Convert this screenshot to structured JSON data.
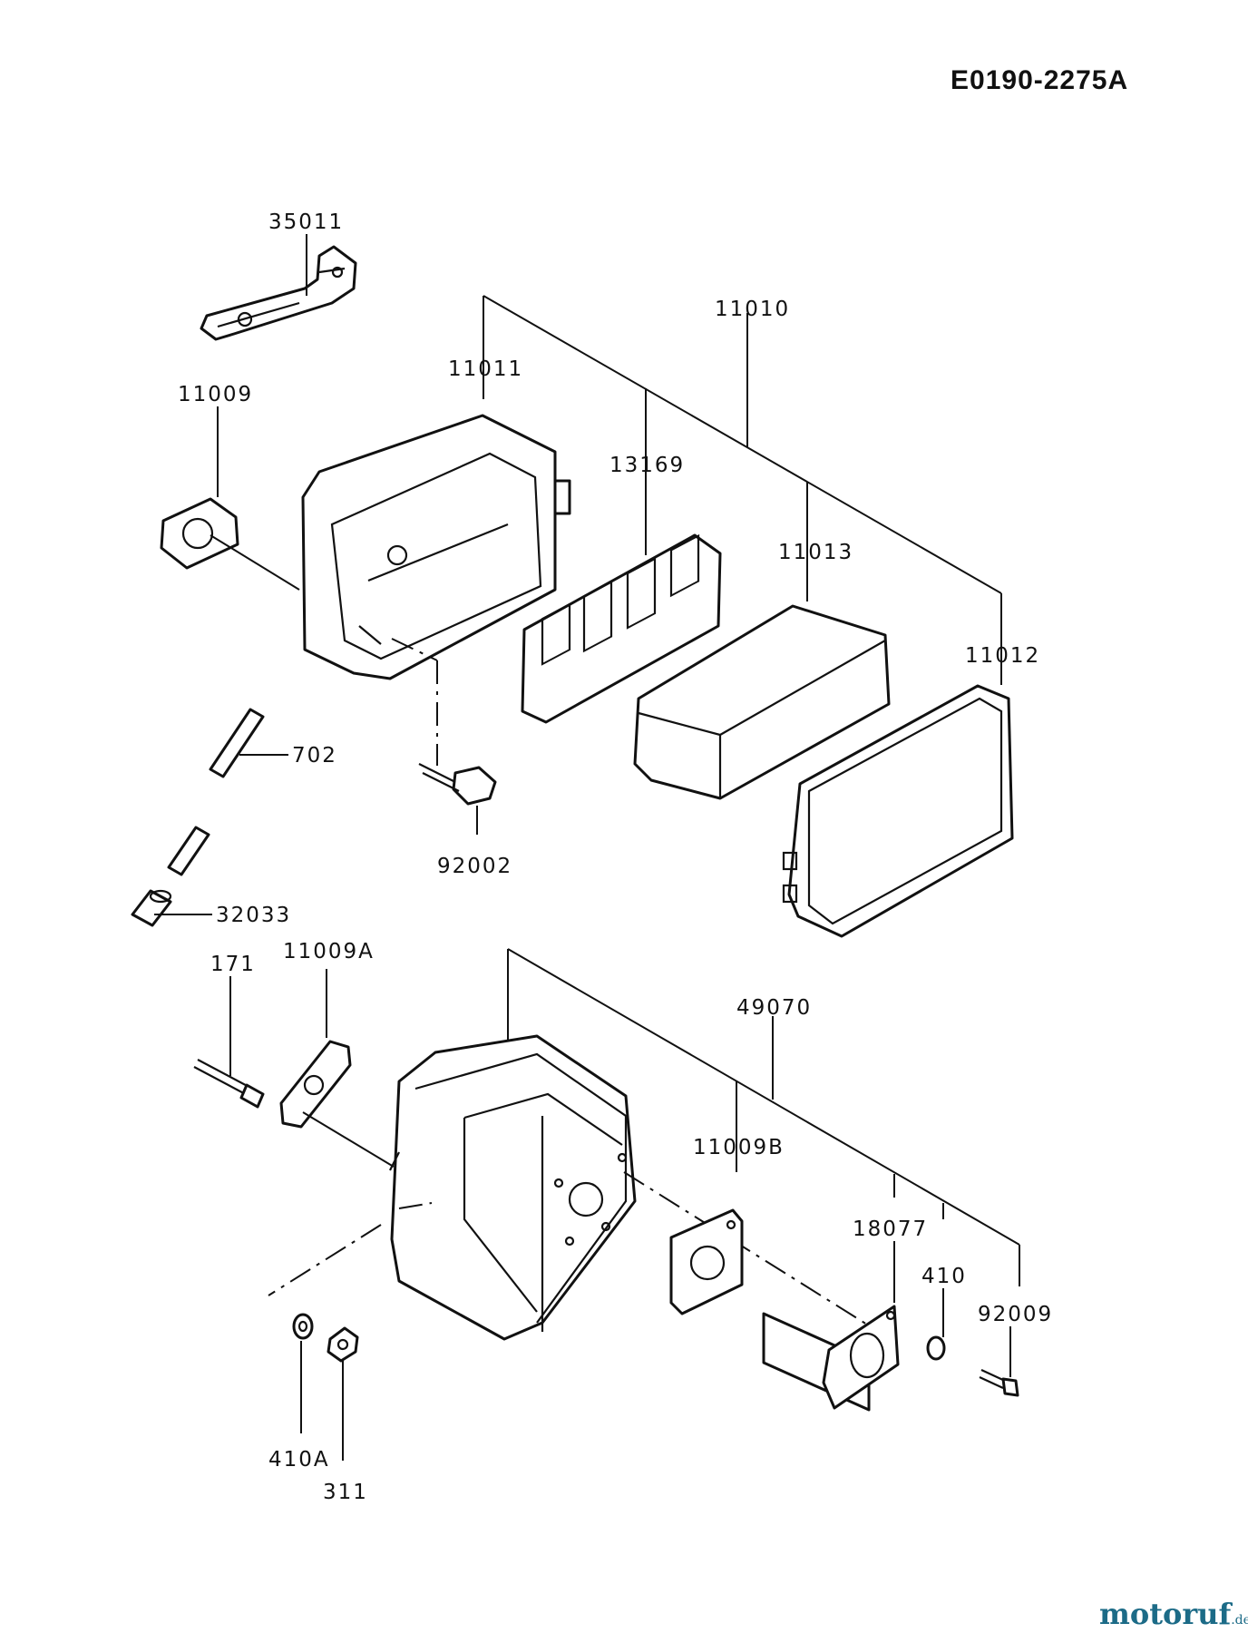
{
  "drawing_code": "E0190-2275A",
  "parts": {
    "bracket": "35011",
    "assembly": "11010",
    "case": "11011",
    "gasket_air": "11009",
    "element_seal": "13169",
    "element": "11013",
    "cover": "11012",
    "hose": "702",
    "bolt_case": "92002",
    "pipe_joint": "32033",
    "stud": "171",
    "gasket_a": "11009A",
    "muffler_assy": "49070",
    "gasket_b": "11009B",
    "exhaust_pipe": "18077",
    "washer": "410",
    "screw": "92009",
    "washer_a": "410A",
    "nut": "311"
  },
  "watermark": {
    "brand": "motoruf",
    "tld": ".de"
  }
}
